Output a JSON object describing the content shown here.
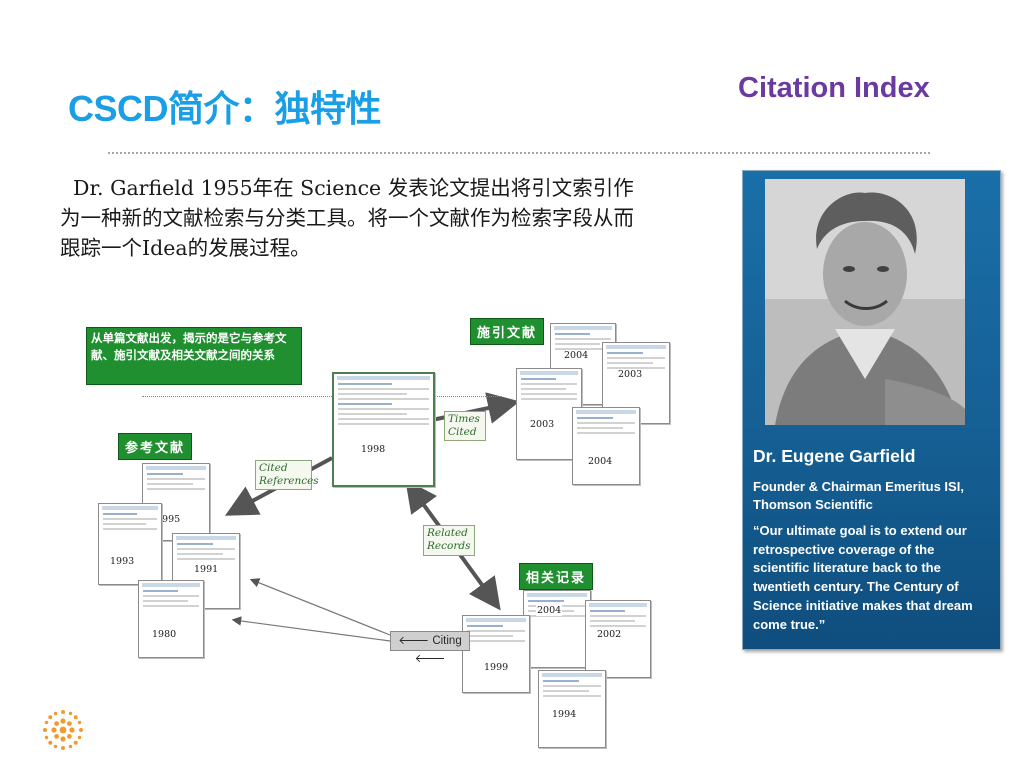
{
  "header": {
    "title_latin": "CSCD",
    "title_cjk": "简介：独特性",
    "brand": "Citation Index"
  },
  "intro": {
    "text": "Dr. Garfield 1955年在 Science 发表论文提出将引文索引作为一种新的文献检索与分类工具。将一个文献作为检索字段从而跟踪一个Idea的发展过程。"
  },
  "diagram": {
    "summary": "从单篇文献出发，揭示的是它与参考文献、施引文献及相关文献之间的关系",
    "tag_citing": "施引文献",
    "tag_references": "参考文献",
    "tag_related": "相关记录",
    "label_times_cited": "Times Cited",
    "label_cited_references": "Cited References",
    "label_related_records": "Related Records",
    "citing_button": "🡐 Citing 🡐",
    "docs": {
      "center": "1998",
      "citing": [
        "2004",
        "2003",
        "2003",
        "2004"
      ],
      "refs": [
        "1995",
        "1993",
        "1991",
        "1980"
      ],
      "related": [
        "2004",
        "2002",
        "1999",
        "1994"
      ]
    }
  },
  "sidebar": {
    "name": "Dr. Eugene Garfield",
    "role": "Founder & Chairman Emeritus ISI, Thomson Scientific",
    "quote": "“Our ultimate goal is to extend our retrospective coverage of the scientific literature back to the twentieth century.  The Century of Science initiative makes that dream come true.”"
  },
  "colors": {
    "title": "#1a9ee6",
    "brand": "#6a3aa0",
    "green_tag": "#1f8f2f",
    "sidebar": "#155f94"
  }
}
